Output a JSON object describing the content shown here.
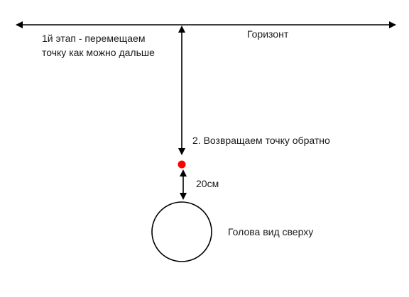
{
  "labels": {
    "horizon": "Горизонт",
    "step1_line1": "1й этап - перемещаем",
    "step1_line2": "точку как можно дальше",
    "step2": "2. Возвращаем точку обратно",
    "distance": "20см",
    "head": "Голова вид сверху"
  },
  "colors": {
    "line": "#000000",
    "point": "#ff0000",
    "text": "#1a1a1a"
  }
}
